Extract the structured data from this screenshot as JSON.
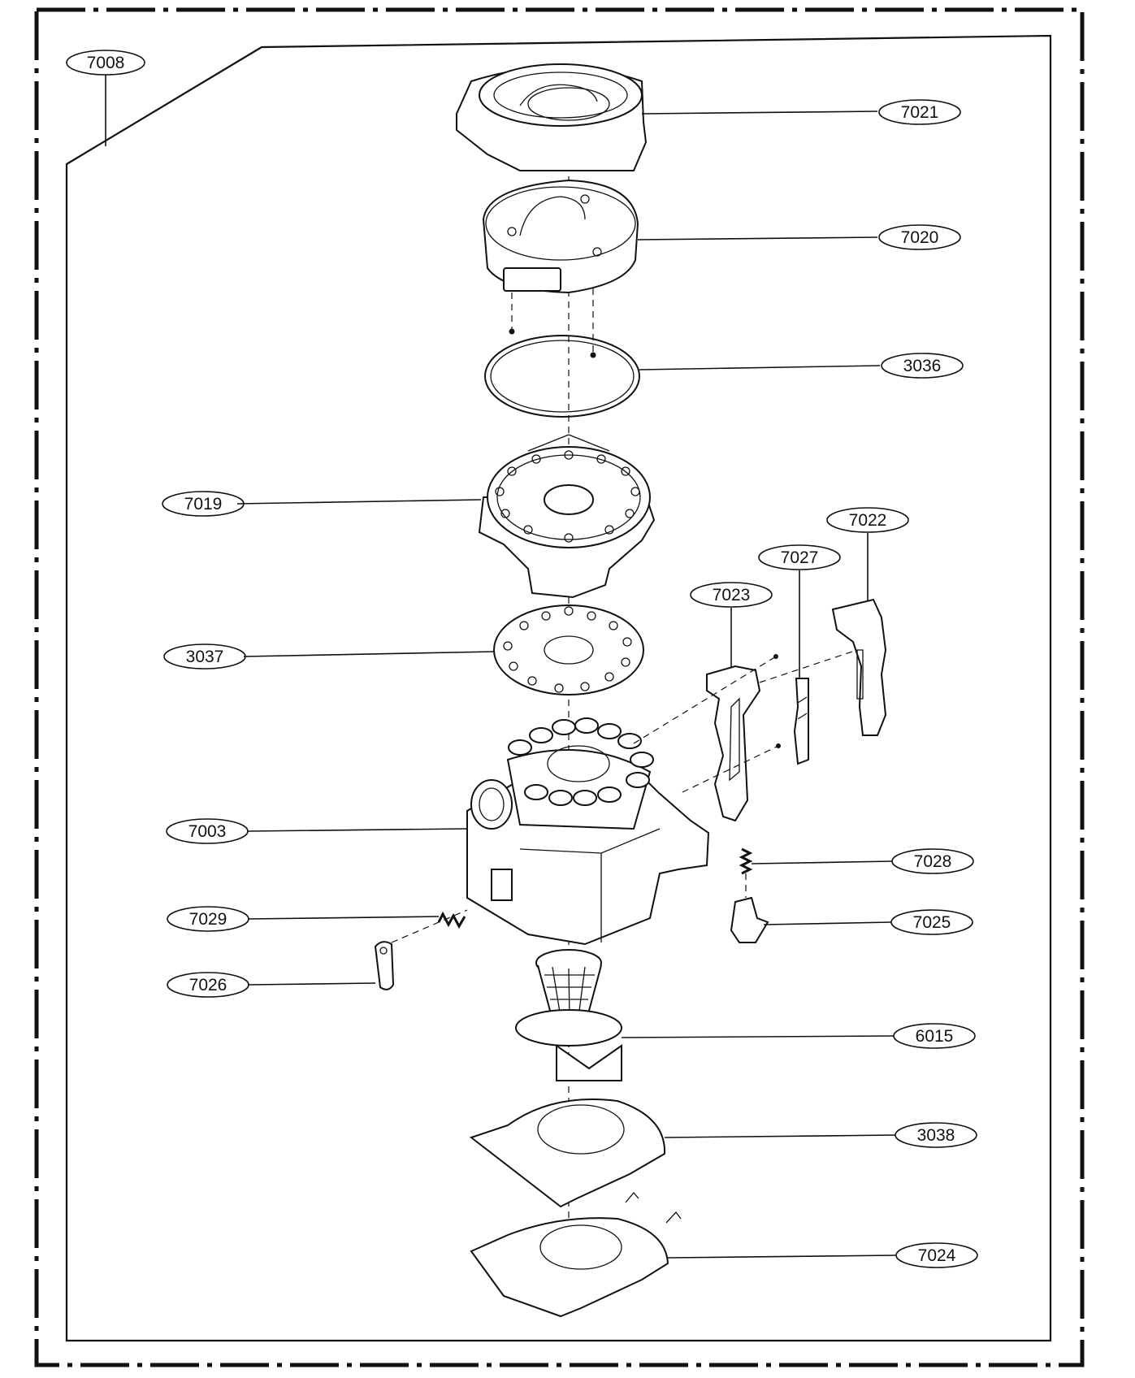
{
  "diagram": {
    "labels": {
      "p7008": "7008",
      "p7021": "7021",
      "p7020": "7020",
      "p3036": "3036",
      "p7019": "7019",
      "p7022": "7022",
      "p7027": "7027",
      "p7023": "7023",
      "p3037": "3037",
      "p7003": "7003",
      "p7028": "7028",
      "p7029": "7029",
      "p7025": "7025",
      "p7026": "7026",
      "p6015": "6015",
      "p3038": "3038",
      "p7024": "7024"
    }
  }
}
